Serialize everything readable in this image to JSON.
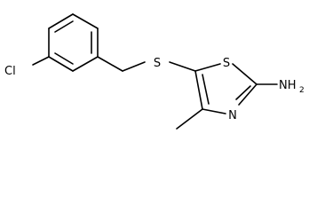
{
  "molecule": {
    "atoms": {
      "chlorine": "Cl",
      "sulfur_thioether": "S",
      "sulfur_ring": "S",
      "nitrogen_ring": "N",
      "amine": "NH",
      "amine_subscript": "2"
    }
  }
}
